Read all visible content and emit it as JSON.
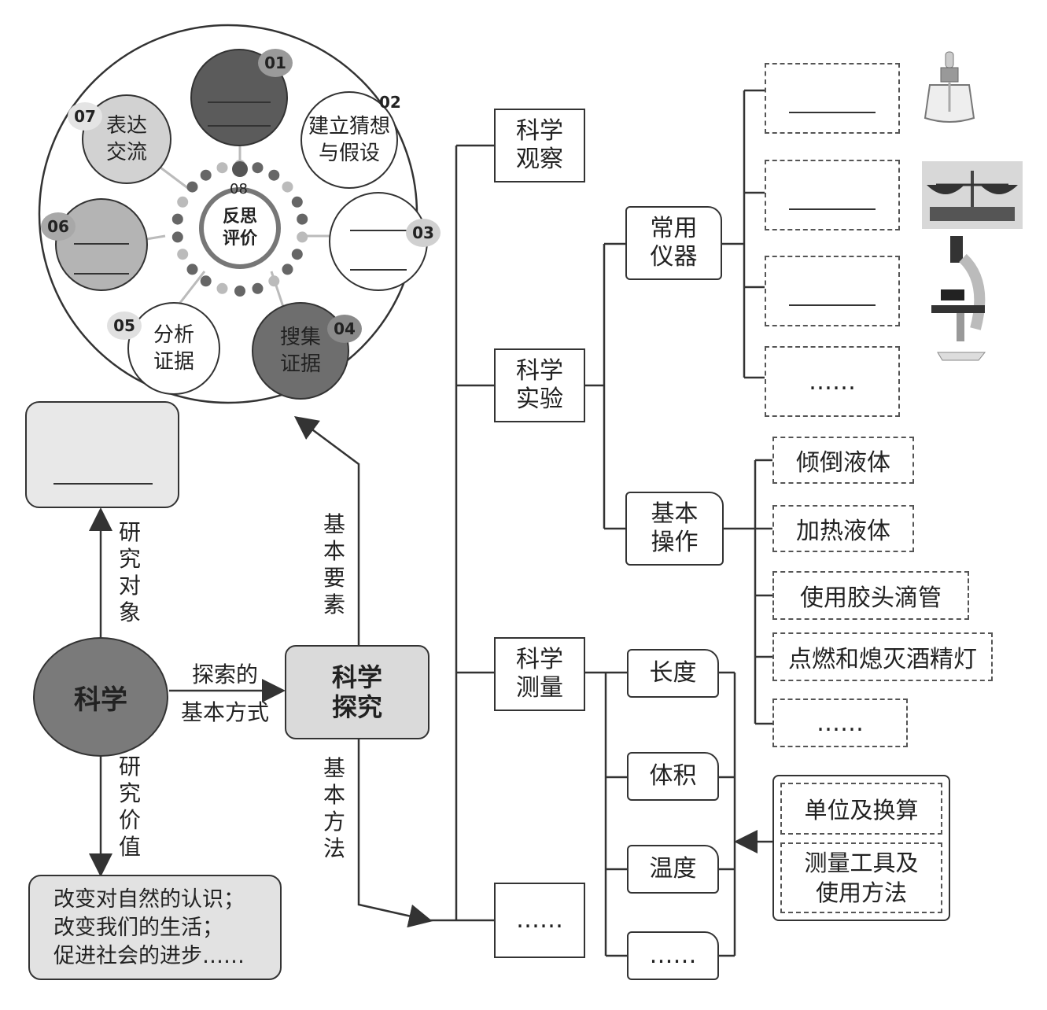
{
  "center": {
    "label": "科学"
  },
  "inquiry": {
    "line1": "科学",
    "line2": "探究"
  },
  "edges": {
    "object": [
      "研",
      "究",
      "对",
      "象"
    ],
    "value": [
      "研",
      "究",
      "价",
      "值"
    ],
    "way_line1": "探索的",
    "way_line2": "基本方式",
    "elements": [
      "基",
      "本",
      "要",
      "素"
    ],
    "methods": [
      "基",
      "本",
      "方",
      "法"
    ]
  },
  "value_box": {
    "lines": [
      "改变对自然的认识；",
      "改变我们的生活；",
      "促进社会的进步……"
    ]
  },
  "steps": {
    "s01": {
      "num": "01",
      "label": ""
    },
    "s02": {
      "num": "02",
      "line1": "建立猜想",
      "line2": "与假设"
    },
    "s03": {
      "num": "03"
    },
    "s04": {
      "num": "04",
      "line1": "搜集",
      "line2": "证据"
    },
    "s05": {
      "num": "05",
      "line1": "分析",
      "line2": "证据"
    },
    "s06": {
      "num": "06"
    },
    "s07": {
      "num": "07",
      "line1": "表达",
      "line2": "交流"
    },
    "s08": {
      "num": "08",
      "line1": "反思",
      "line2": "评价"
    }
  },
  "methods_list": {
    "observe": [
      "科学",
      "观察"
    ],
    "experiment": [
      "科学",
      "实验"
    ],
    "measure": [
      "科学",
      "测量"
    ],
    "more": "……"
  },
  "experiment": {
    "instruments": [
      "常用",
      "仪器"
    ],
    "operations": [
      "基本",
      "操作"
    ],
    "instrument_more": "……",
    "ops": [
      "倾倒液体",
      "加热液体",
      "使用胶头滴管",
      "点燃和熄灭酒精灯",
      "……"
    ]
  },
  "measure": {
    "items": [
      "长度",
      "体积",
      "温度",
      "……"
    ],
    "notes": [
      "单位及换算",
      "测量工具及",
      "使用方法"
    ]
  },
  "icons": [
    "alcohol-lamp-icon",
    "balance-scale-icon",
    "microscope-icon"
  ]
}
